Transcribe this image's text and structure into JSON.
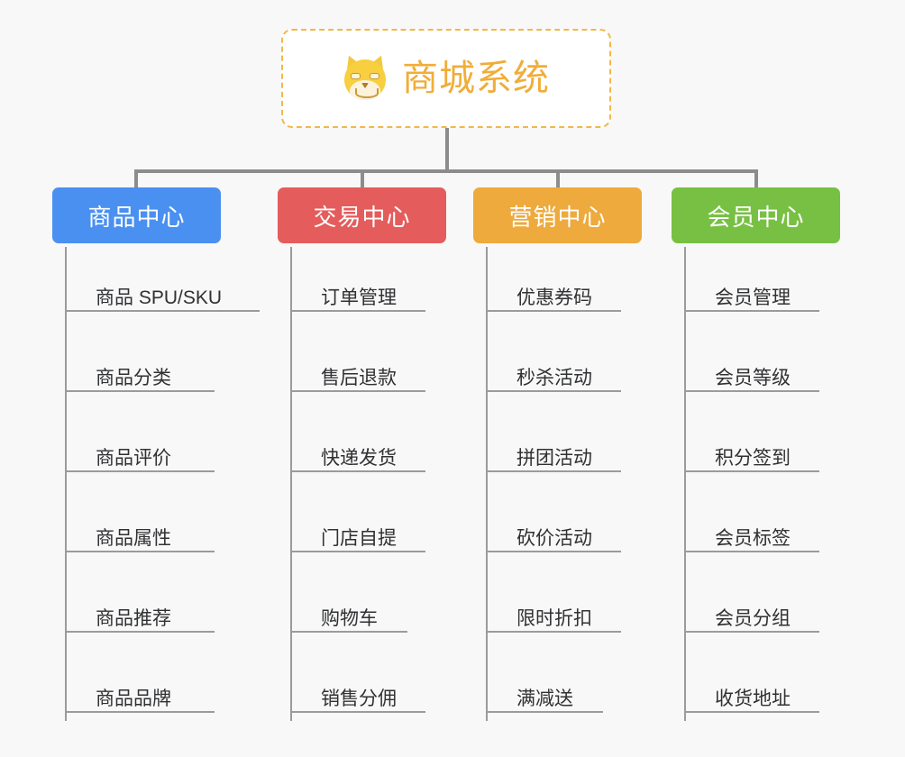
{
  "diagram": {
    "type": "org-chart",
    "background_color": "#f8f8f8",
    "root": {
      "title": "商城系统",
      "icon": "shiba-dog-face-icon",
      "text_color": "#f0ad38",
      "border_color": "#f2b84a",
      "border_style": "dashed",
      "background_color": "#ffffff"
    },
    "connector_color": "#8c8c8c",
    "leaf_line_color": "#9b9b9b",
    "leaf_text_color": "#303133",
    "groups": [
      {
        "title": "商品中心",
        "color": "#4a90f0",
        "items": [
          "商品 SPU/SKU",
          "商品分类",
          "商品评价",
          "商品属性",
          "商品推荐",
          "商品品牌"
        ]
      },
      {
        "title": "交易中心",
        "color": "#e45c5c",
        "items": [
          "订单管理",
          "售后退款",
          "快递发货",
          "门店自提",
          "购物车",
          "销售分佣"
        ]
      },
      {
        "title": "营销中心",
        "color": "#eeaa3c",
        "items": [
          "优惠券码",
          "秒杀活动",
          "拼团活动",
          "砍价活动",
          "限时折扣",
          "满减送"
        ]
      },
      {
        "title": "会员中心",
        "color": "#78c council",
        "items": [
          "会员管理",
          "会员等级",
          "积分签到",
          "会员标签",
          "会员分组",
          "收货地址"
        ]
      }
    ]
  }
}
